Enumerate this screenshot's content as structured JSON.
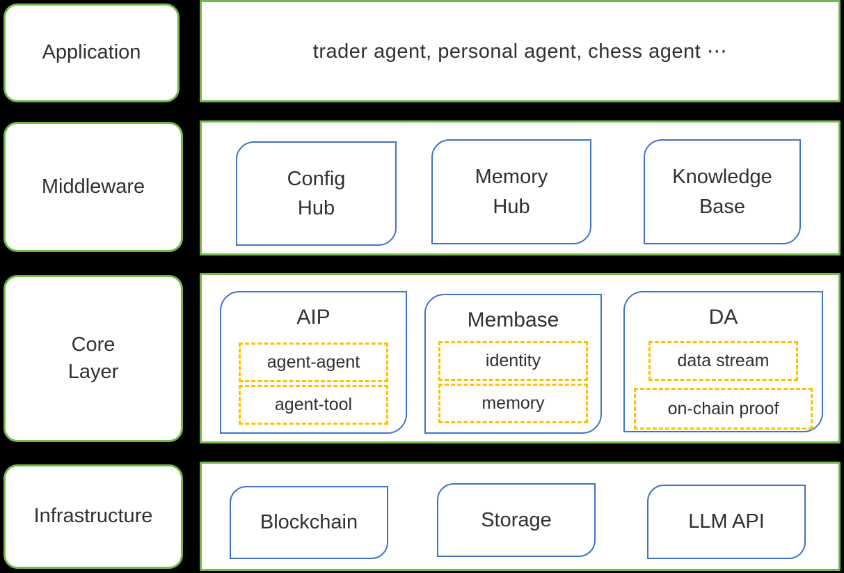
{
  "colors": {
    "background": "#000000",
    "panel_bg": "#ffffff",
    "green": "#74b74a",
    "blue": "#4472c4",
    "orange": "#ffc000",
    "text": "#303030"
  },
  "layers": [
    {
      "label": "Application",
      "text": "trader agent, personal agent, chess agent ⋯"
    },
    {
      "label": "Middleware",
      "boxes": [
        {
          "title": "Config\nHub"
        },
        {
          "title": "Memory\nHub"
        },
        {
          "title": "Knowledge\nBase"
        }
      ]
    },
    {
      "label": "Core\nLayer",
      "boxes": [
        {
          "title": "AIP",
          "items": [
            "agent-agent",
            "agent-tool"
          ]
        },
        {
          "title": "Membase",
          "items": [
            "identity",
            "memory"
          ]
        },
        {
          "title": "DA",
          "items": [
            "data stream",
            "on-chain proof"
          ]
        }
      ]
    },
    {
      "label": "Infrastructure",
      "boxes": [
        {
          "title": "Blockchain"
        },
        {
          "title": "Storage"
        },
        {
          "title": "LLM API"
        }
      ]
    }
  ]
}
